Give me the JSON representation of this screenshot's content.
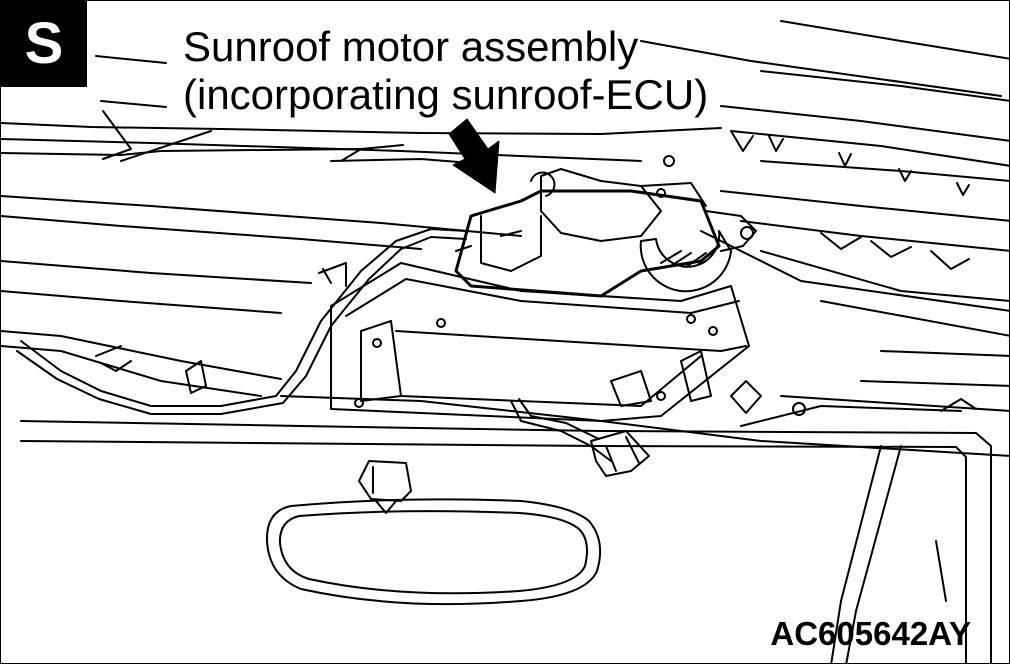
{
  "badge": {
    "letter": "S"
  },
  "callout": {
    "line1": "Sunroof motor assembly",
    "line2": "(incorporating sunroof-ECU)"
  },
  "figure_id": "AC605642AY",
  "colors": {
    "ink": "#000000",
    "paper": "#ffffff"
  }
}
